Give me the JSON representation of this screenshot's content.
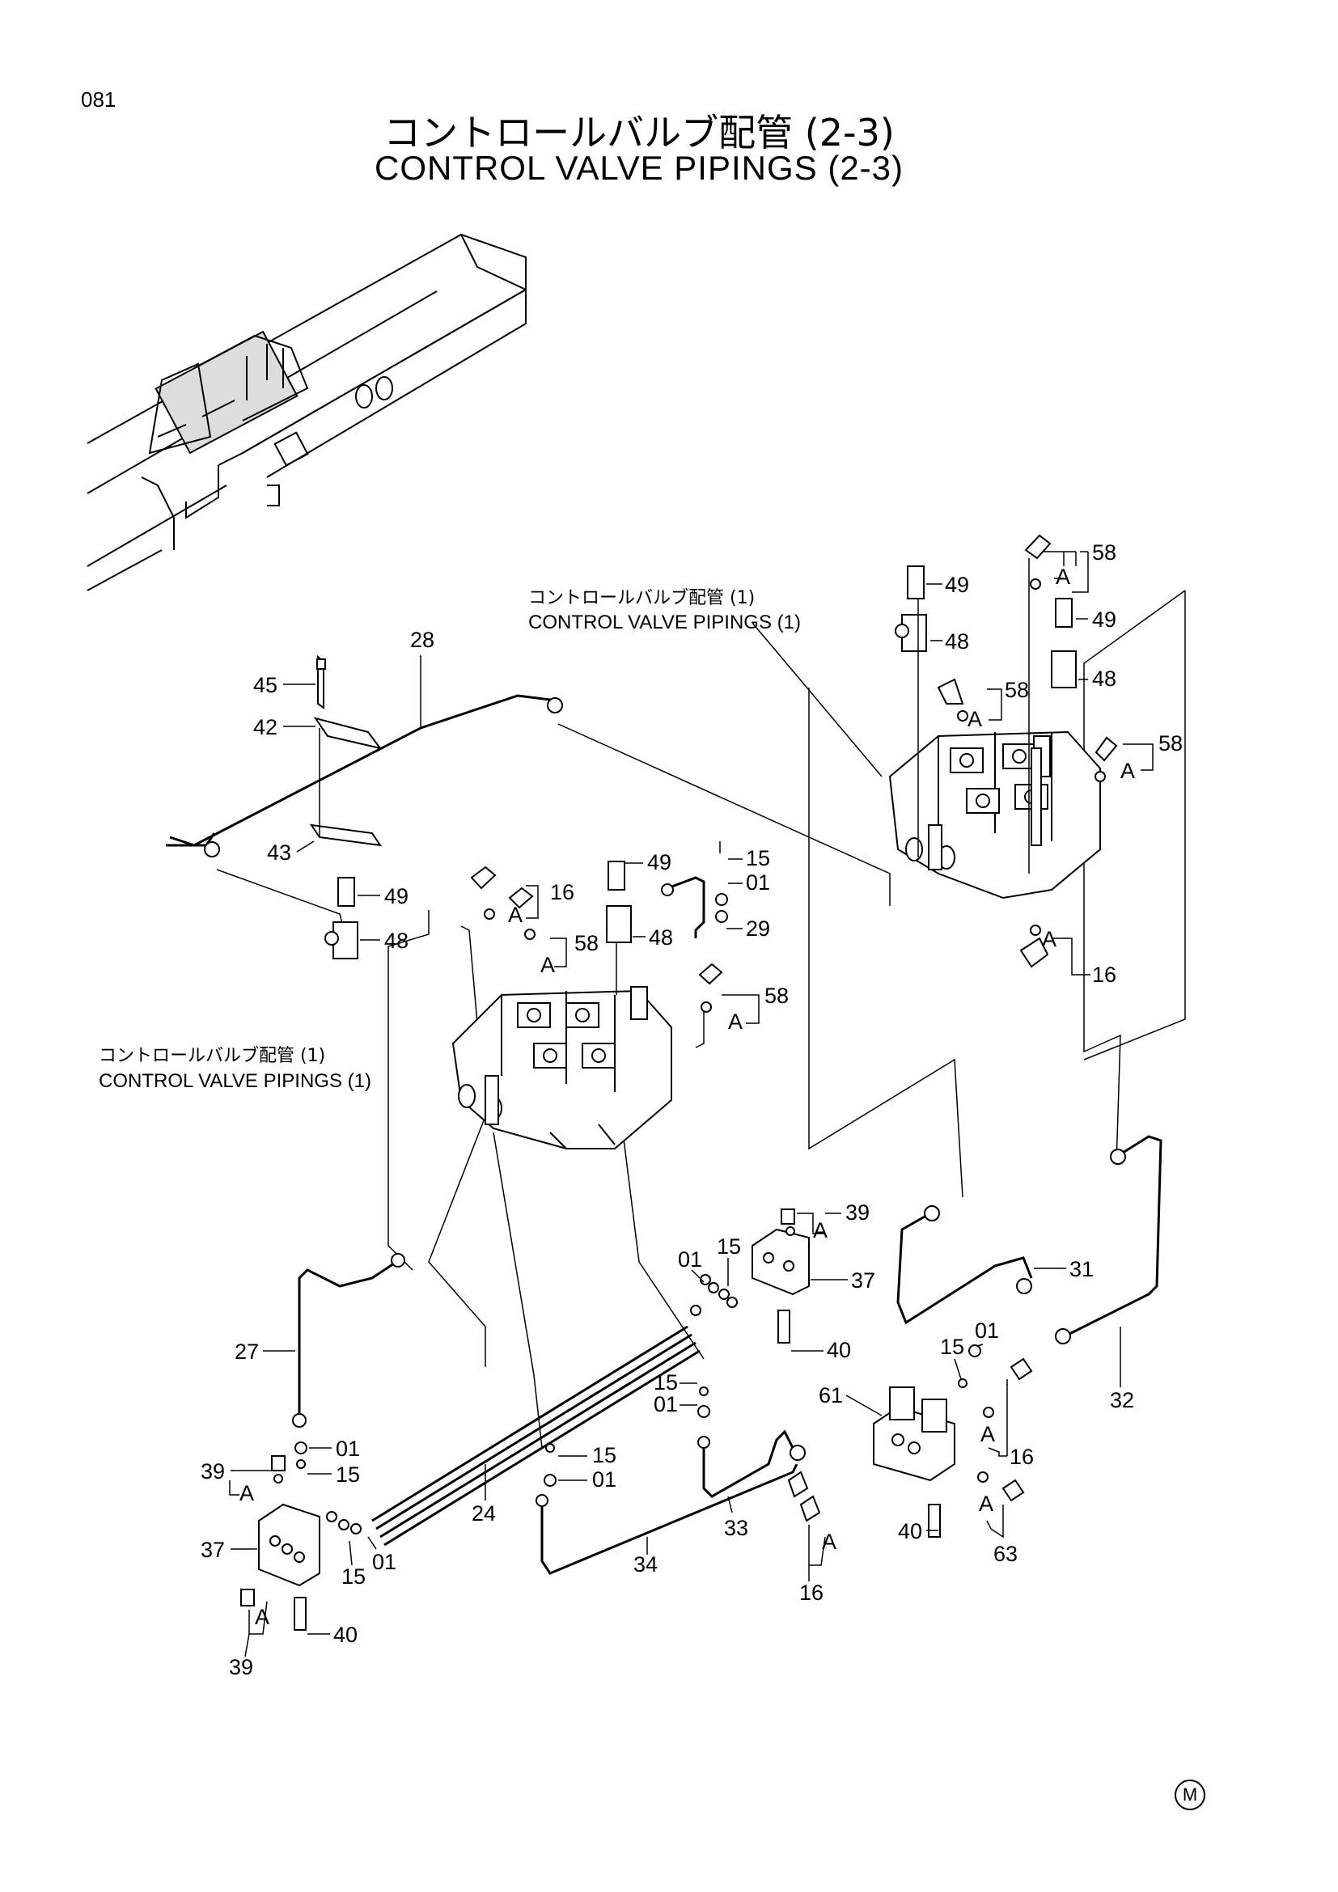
{
  "page_number": "081",
  "title_jp": "コントロールバルブ配管 (2-3)",
  "title_en": "CONTROL VALVE PIPINGS (2-3)",
  "ref_jp": "コントロールバルブ配管 (1)",
  "ref_en": "CONTROL VALVE PIPINGS (1)",
  "view_mark": "A",
  "corner_mark": "M",
  "part_numbers": [
    "01",
    "15",
    "16",
    "24",
    "27",
    "28",
    "29",
    "31",
    "32",
    "33",
    "34",
    "37",
    "39",
    "40",
    "42",
    "43",
    "45",
    "48",
    "49",
    "58",
    "61",
    "63"
  ]
}
